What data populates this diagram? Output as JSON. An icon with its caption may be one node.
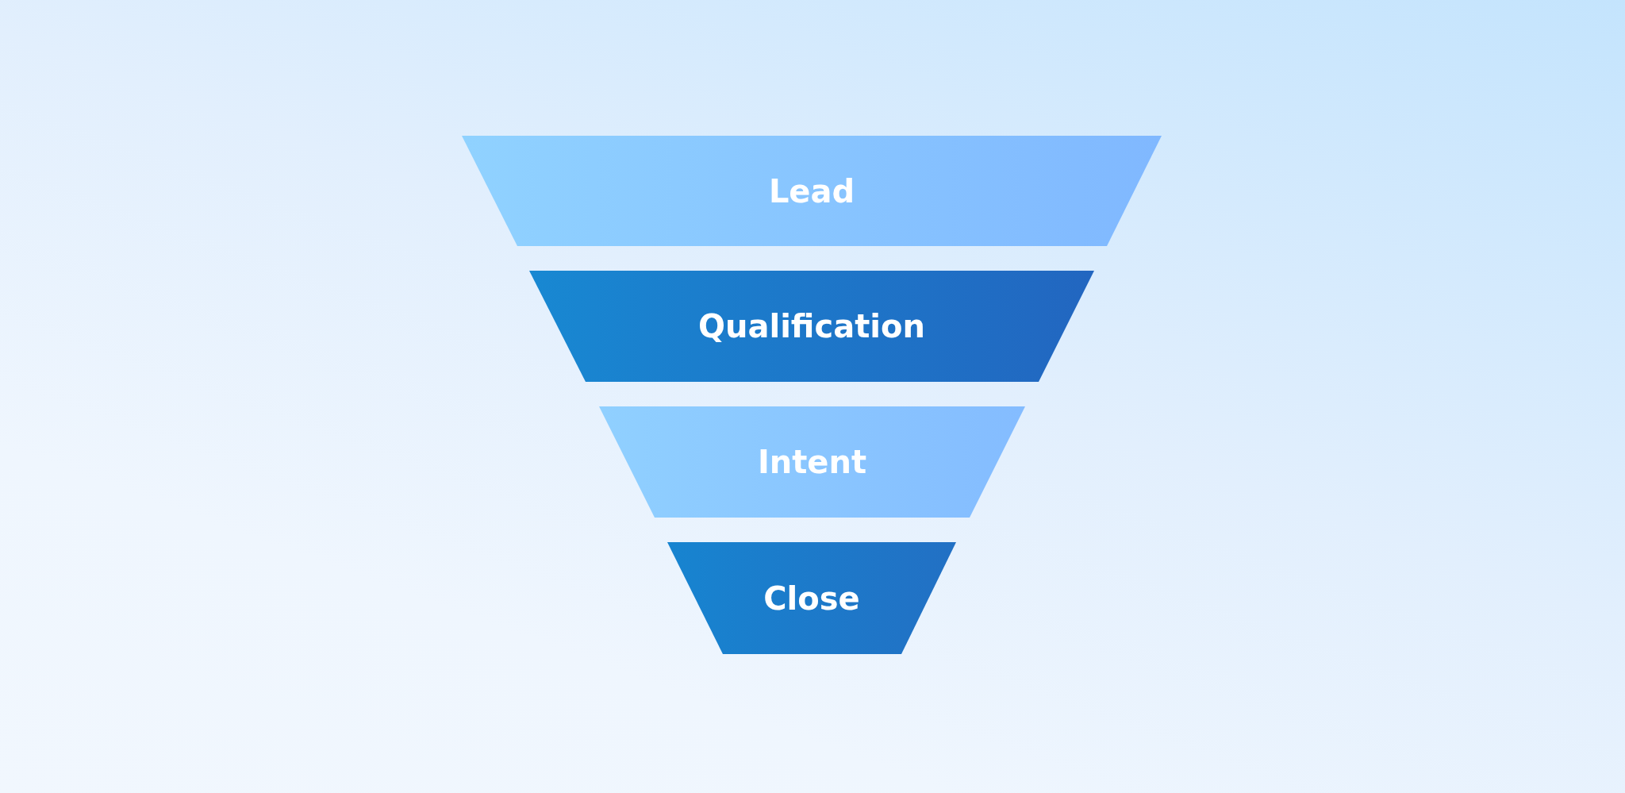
{
  "diagram": {
    "nodes": [
      {
        "text": [
          "Lead"
        ]
      },
      {
        "text": [
          "Qualification"
        ]
      },
      {
        "text": [
          "Intent"
        ]
      },
      {
        "text": [
          "Close"
        ]
      }
    ]
  }
}
